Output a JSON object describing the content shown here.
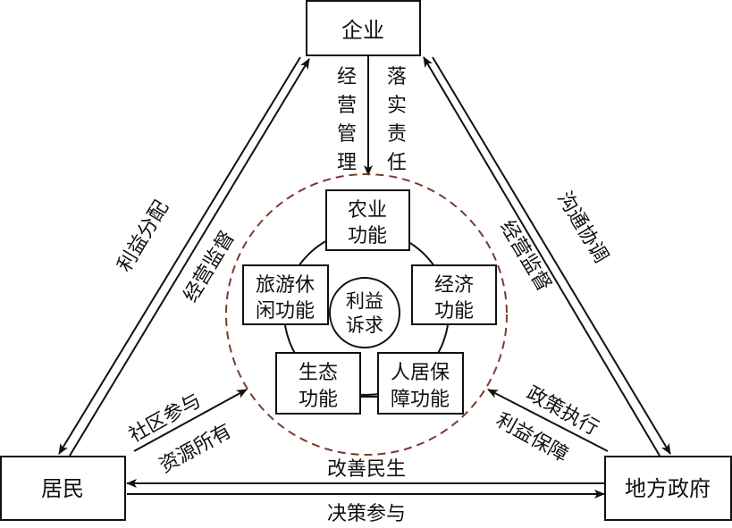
{
  "nodes": {
    "enterprise": "企业",
    "residents": "居民",
    "government": "地方政府",
    "center": [
      "利益",
      "诉求"
    ]
  },
  "functions": {
    "agriculture": [
      "农业",
      "功能"
    ],
    "tourism": [
      "旅游休",
      "闲功能"
    ],
    "economy": [
      "经济",
      "功能"
    ],
    "ecology": [
      "生态",
      "功能"
    ],
    "housing": [
      "人居保",
      "障功能"
    ]
  },
  "edges": {
    "enterprise_to_center_left": [
      "经",
      "营",
      "管",
      "理"
    ],
    "enterprise_to_center_right": [
      "落",
      "实",
      "责",
      "任"
    ],
    "left_outer": "利益分配",
    "left_inner": "经营监督",
    "right_outer": "沟通协调",
    "right_inner": "经营监督",
    "residents_center_1": "社区参与",
    "residents_center_2": "资源所有",
    "gov_center_1": "政策执行",
    "gov_center_2": "利益保障",
    "bottom_top": "改善民生",
    "bottom_bottom": "决策参与"
  },
  "colors": {
    "dashed_circle": "#7a3b2e",
    "line": "#111111"
  }
}
